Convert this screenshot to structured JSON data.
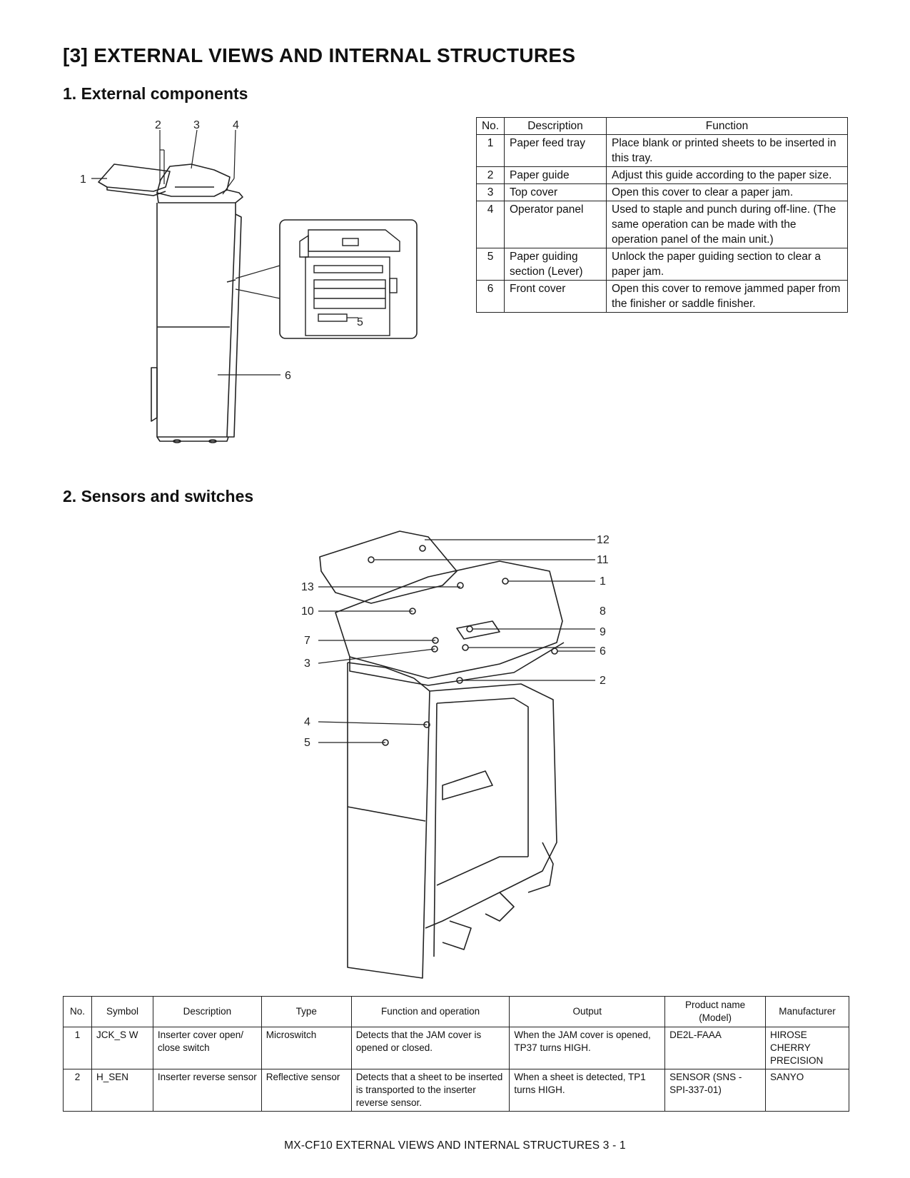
{
  "page": {
    "title": "[3]  EXTERNAL VIEWS AND INTERNAL STRUCTURES",
    "footer": "MX-CF10  EXTERNAL VIEWS AND INTERNAL STRUCTURES  3 - 1"
  },
  "external": {
    "section_title": "1.  External components",
    "callouts": [
      "1",
      "2",
      "3",
      "4",
      "5",
      "6"
    ],
    "table": {
      "headers": [
        "No.",
        "Description",
        "Function"
      ],
      "rows": [
        {
          "no": "1",
          "description": "Paper feed tray",
          "function": "Place blank or printed sheets to be inserted in this tray."
        },
        {
          "no": "2",
          "description": "Paper guide",
          "function": "Adjust this guide according to the paper size."
        },
        {
          "no": "3",
          "description": "Top cover",
          "function": "Open this cover to clear a paper jam."
        },
        {
          "no": "4",
          "description": "Operator panel",
          "function": "Used to staple and punch during off-line. (The same operation can be made with the operation panel of the main unit.)"
        },
        {
          "no": "5",
          "description": "Paper guiding section (Lever)",
          "function": "Unlock the paper guiding section to clear a paper jam."
        },
        {
          "no": "6",
          "description": "Front cover",
          "function": "Open this cover to remove jammed paper from the finisher or saddle finisher."
        }
      ]
    }
  },
  "sensors": {
    "section_title": "2.  Sensors and switches",
    "callouts": [
      "12",
      "11",
      "1",
      "13",
      "10",
      "8",
      "9",
      "7",
      "6",
      "3",
      "2",
      "4",
      "5"
    ],
    "table": {
      "headers": [
        "No.",
        "Symbol",
        "Description",
        "Type",
        "Function and operation",
        "Output",
        "Product name (Model)",
        "Manufacturer"
      ],
      "rows": [
        {
          "no": "1",
          "symbol": "JCK_S W",
          "description": "Inserter cover open/ close switch",
          "type": "Microswitch",
          "function": "Detects that the JAM cover is opened or closed.",
          "output": "When the JAM cover is opened, TP37 turns HIGH.",
          "product": "DE2L-FAAA",
          "manufacturer": "HIROSE CHERRY PRECISION"
        },
        {
          "no": "2",
          "symbol": "H_SEN",
          "description": "Inserter reverse sensor",
          "type": "Reflective sensor",
          "function": "Detects that a sheet to be inserted is transported to the inserter reverse sensor.",
          "output": "When a sheet is detected, TP1 turns HIGH.",
          "product": "SENSOR (SNS - SPI-337-01)",
          "manufacturer": "SANYO"
        }
      ]
    }
  }
}
